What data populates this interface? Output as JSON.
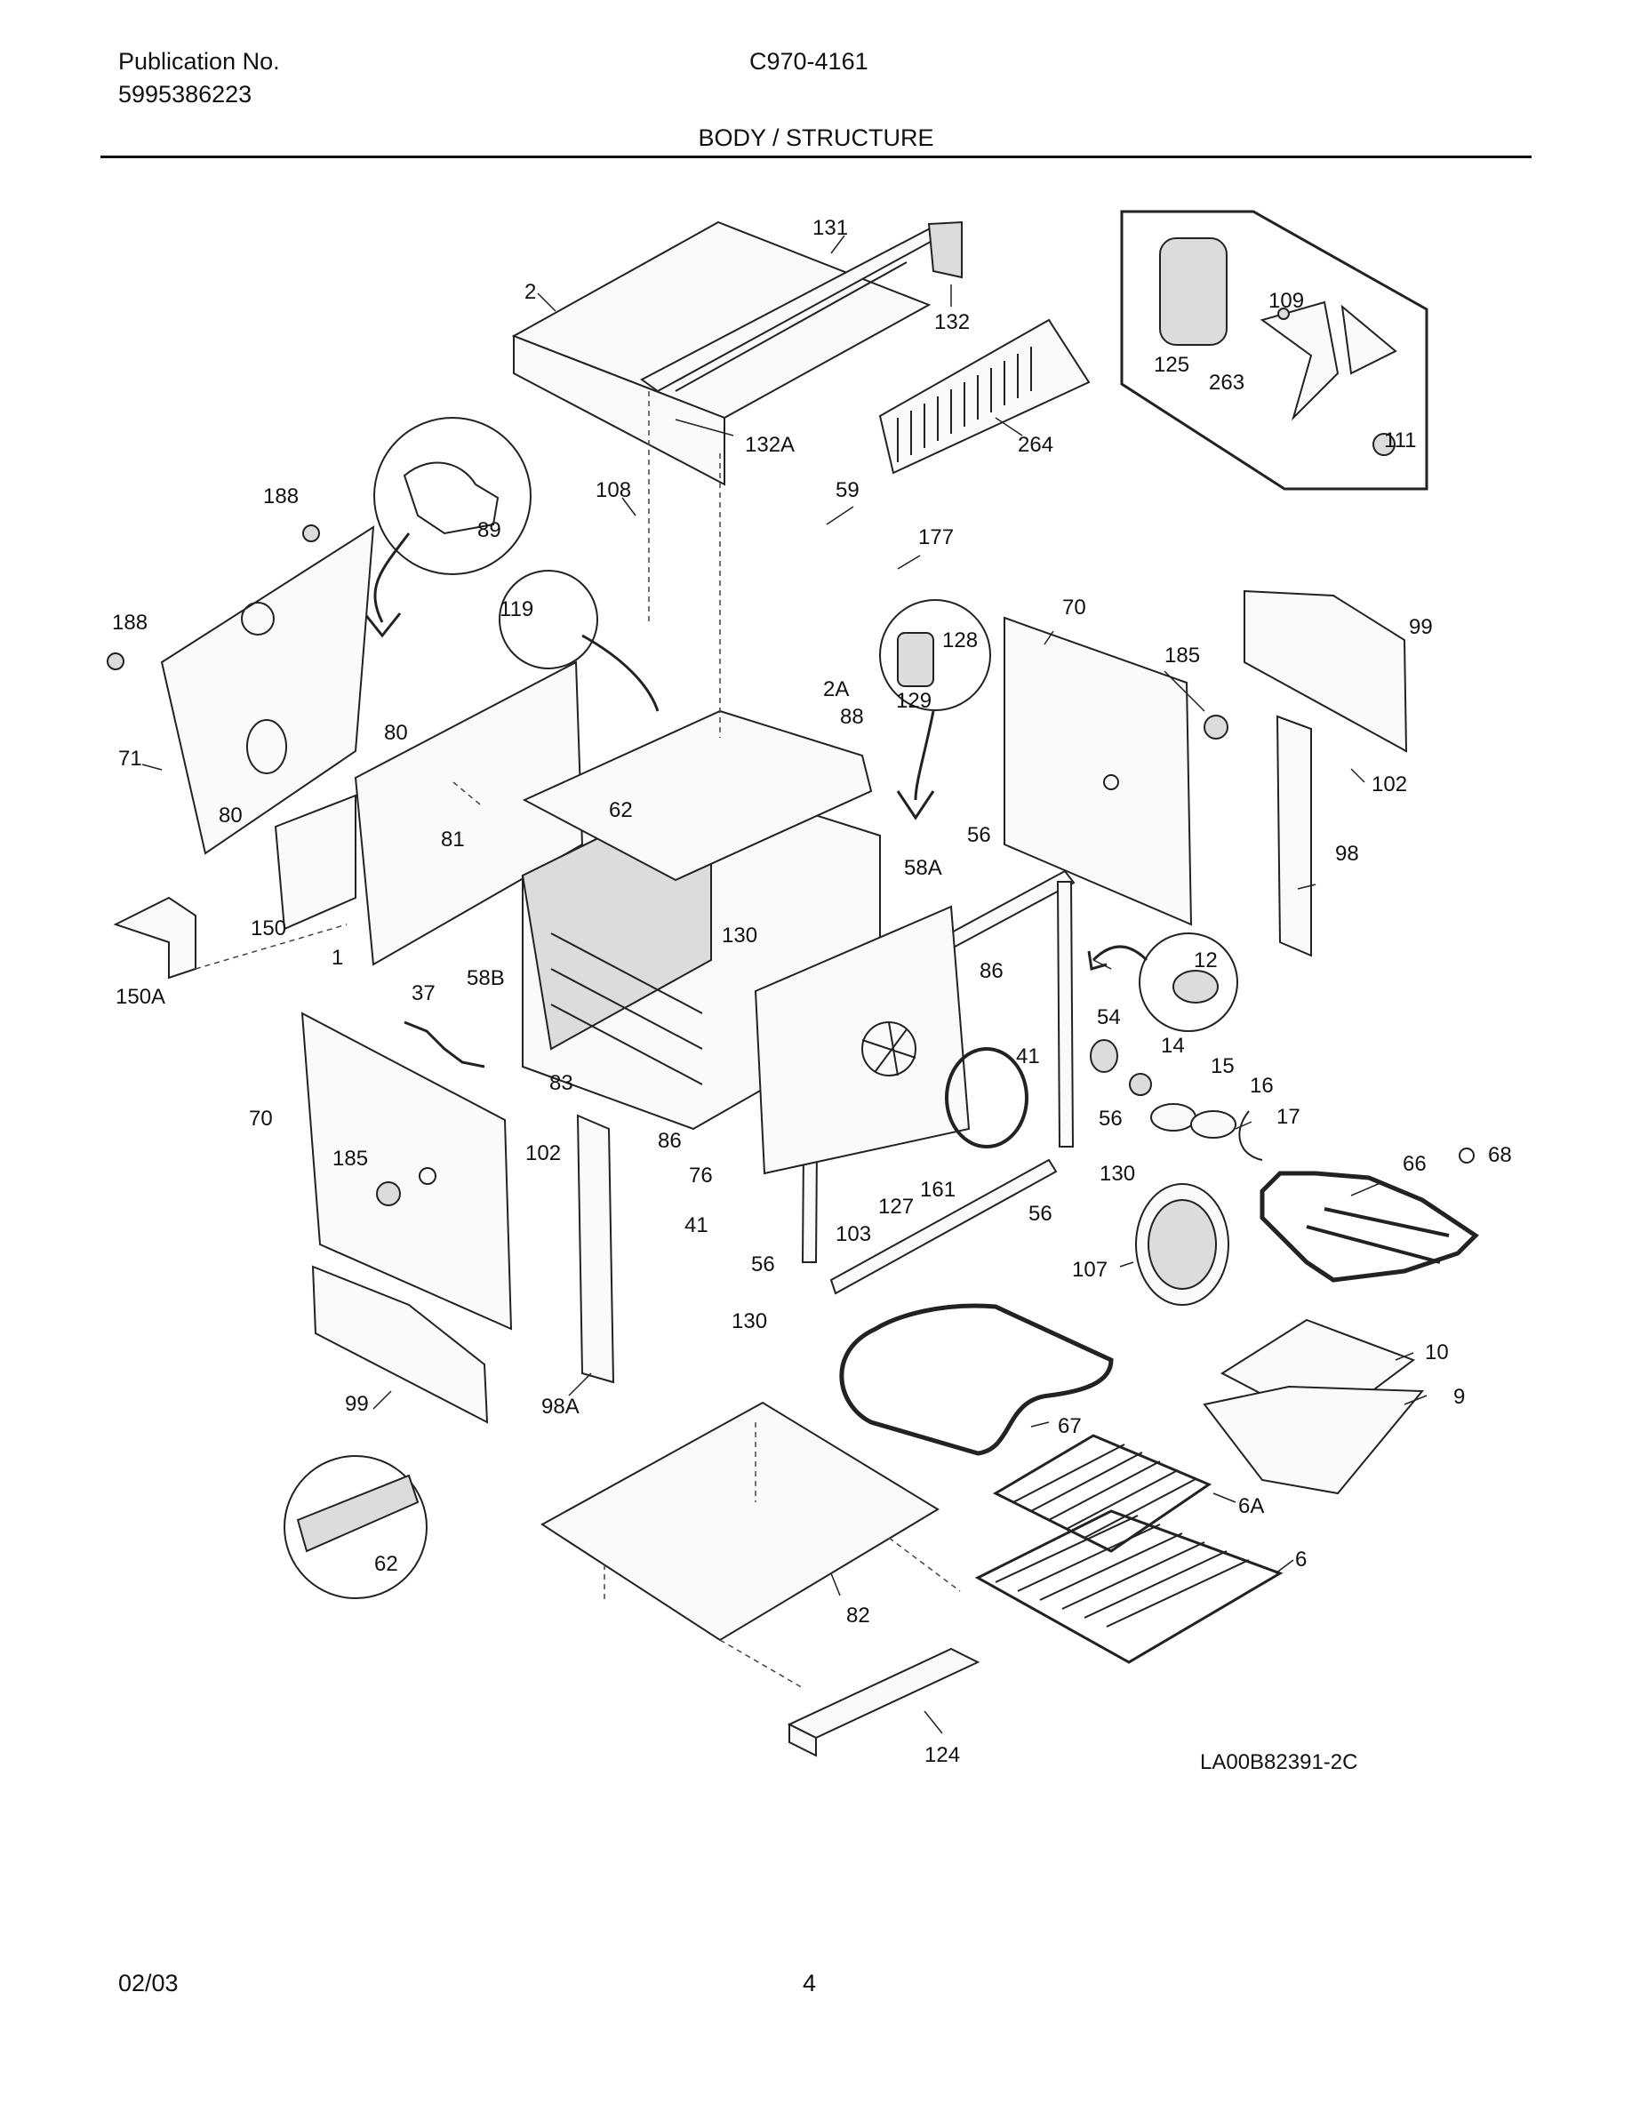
{
  "header": {
    "publication_label": "Publication No.",
    "publication_number": "5995386223",
    "model": "C970-4161",
    "section_title": "BODY / STRUCTURE"
  },
  "diagram": {
    "drawing_id": "LA00B82391-2C",
    "callouts": [
      "2",
      "131",
      "132",
      "132A",
      "264",
      "125",
      "109",
      "263",
      "111",
      "188",
      "188",
      "89",
      "108",
      "59",
      "177",
      "119",
      "128",
      "129",
      "2A",
      "88",
      "70",
      "185",
      "99",
      "71",
      "80",
      "80",
      "62",
      "81",
      "150",
      "150A",
      "1",
      "37",
      "58B",
      "130",
      "56",
      "58A",
      "86",
      "12",
      "54",
      "14",
      "15",
      "16",
      "17",
      "41",
      "56",
      "102",
      "98",
      "83",
      "86",
      "76",
      "41",
      "103",
      "127",
      "161",
      "130",
      "66",
      "68",
      "70",
      "185",
      "102",
      "56",
      "107",
      "56",
      "130",
      "99",
      "98A",
      "10",
      "9",
      "67",
      "6A",
      "6",
      "62",
      "82",
      "124"
    ]
  },
  "footer": {
    "date": "02/03",
    "page": "4"
  }
}
